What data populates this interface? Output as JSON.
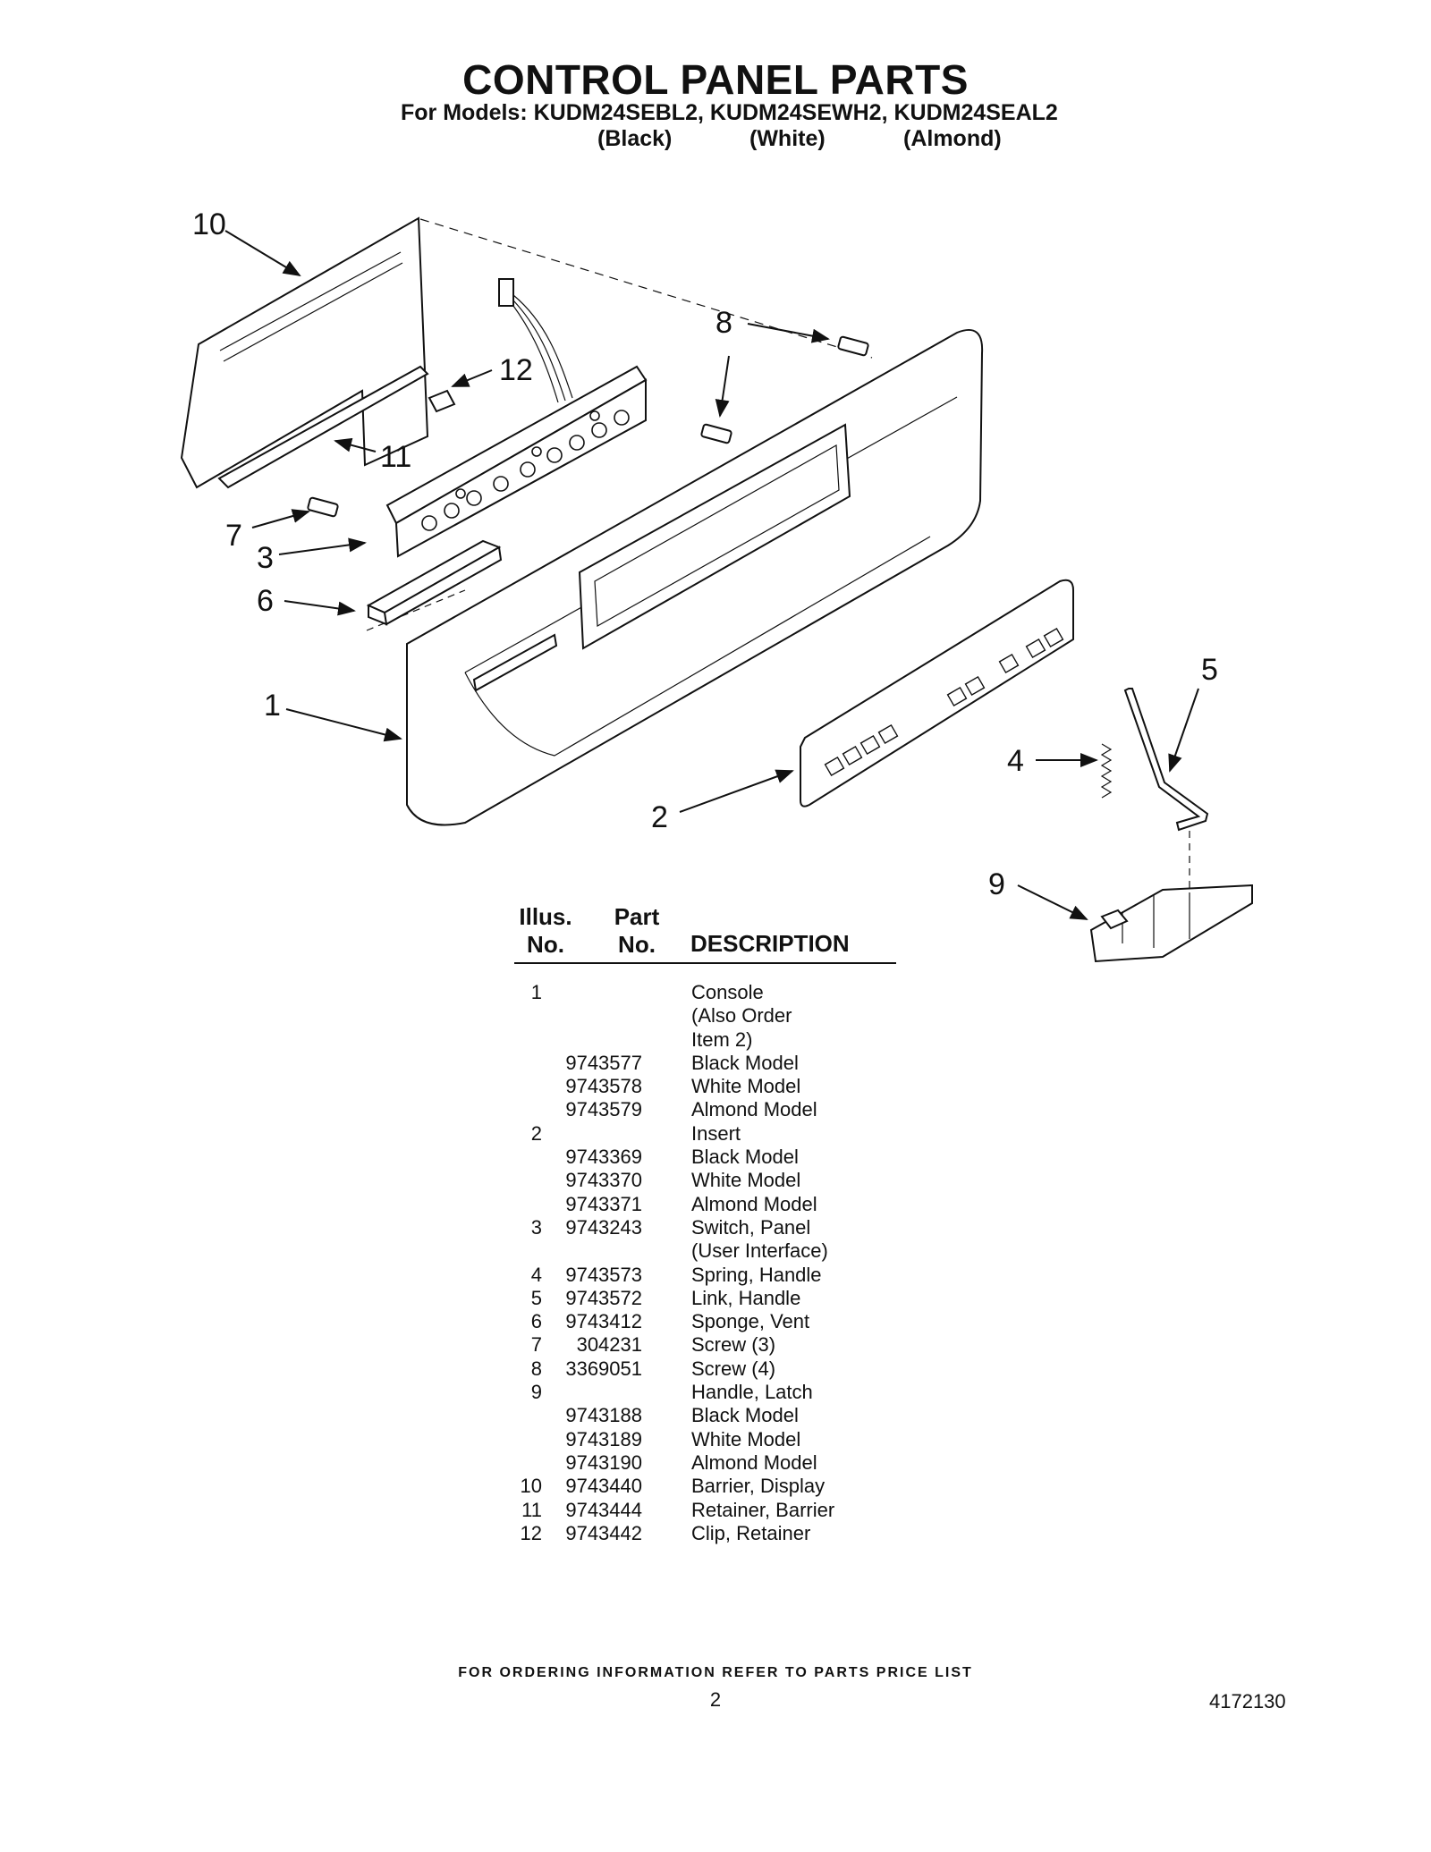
{
  "page": {
    "title": "CONTROL PANEL PARTS",
    "models_line": "For Models: KUDM24SEBL2, KUDM24SEWH2, KUDM24SEAL2",
    "colors": [
      "(Black)",
      "(White)",
      "(Almond)"
    ]
  },
  "diagram": {
    "callouts": [
      "10",
      "12",
      "8",
      "11",
      "7",
      "3",
      "6",
      "5",
      "1",
      "4",
      "2",
      "9"
    ]
  },
  "table": {
    "headers": {
      "illus_top": "Illus.",
      "illus_bottom": "No.",
      "part_top": "Part",
      "part_bottom": "No.",
      "description": "DESCRIPTION"
    },
    "rows": [
      {
        "no": "1",
        "part": "",
        "desc": "Console"
      },
      {
        "no": "",
        "part": "",
        "desc": "(Also Order"
      },
      {
        "no": "",
        "part": "",
        "desc": "Item 2)"
      },
      {
        "no": "",
        "part": "9743577",
        "desc": "Black Model"
      },
      {
        "no": "",
        "part": "9743578",
        "desc": "White Model"
      },
      {
        "no": "",
        "part": "9743579",
        "desc": "Almond Model"
      },
      {
        "no": "2",
        "part": "",
        "desc": "Insert"
      },
      {
        "no": "",
        "part": "9743369",
        "desc": "Black Model"
      },
      {
        "no": "",
        "part": "9743370",
        "desc": "White Model"
      },
      {
        "no": "",
        "part": "9743371",
        "desc": "Almond Model"
      },
      {
        "no": "3",
        "part": "9743243",
        "desc": "Switch, Panel"
      },
      {
        "no": "",
        "part": "",
        "desc": "(User Interface)"
      },
      {
        "no": "4",
        "part": "9743573",
        "desc": "Spring, Handle"
      },
      {
        "no": "5",
        "part": "9743572",
        "desc": "Link, Handle"
      },
      {
        "no": "6",
        "part": "9743412",
        "desc": "Sponge, Vent"
      },
      {
        "no": "7",
        "part": "304231",
        "desc": "Screw (3)"
      },
      {
        "no": "8",
        "part": "3369051",
        "desc": "Screw (4)"
      },
      {
        "no": "9",
        "part": "",
        "desc": "Handle, Latch"
      },
      {
        "no": "",
        "part": "9743188",
        "desc": "Black Model"
      },
      {
        "no": "",
        "part": "9743189",
        "desc": "White Model"
      },
      {
        "no": "",
        "part": "9743190",
        "desc": "Almond Model"
      },
      {
        "no": "10",
        "part": "9743440",
        "desc": "Barrier, Display"
      },
      {
        "no": "11",
        "part": "9743444",
        "desc": "Retainer, Barrier"
      },
      {
        "no": "12",
        "part": "9743442",
        "desc": "Clip, Retainer"
      }
    ]
  },
  "footer": {
    "ordering": "FOR ORDERING INFORMATION REFER TO PARTS PRICE LIST",
    "page_number": "2",
    "doc_number": "4172130"
  }
}
